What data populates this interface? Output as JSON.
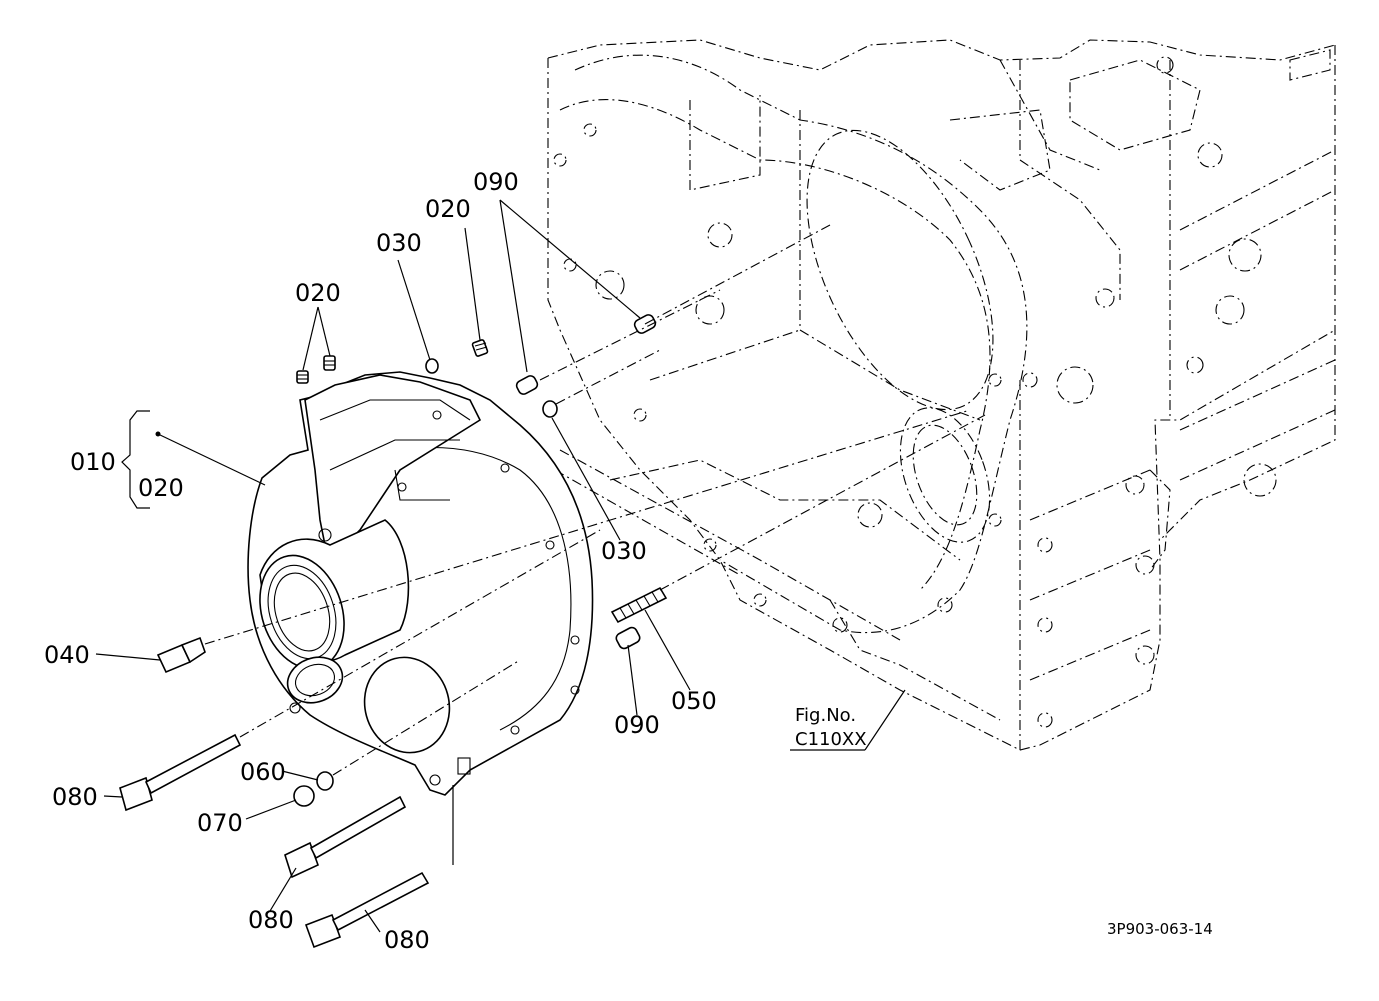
{
  "callouts": {
    "p010": "010",
    "p020_bracket": "020",
    "p020_a": "020",
    "p020_b": "020",
    "p030_a": "030",
    "p030_b": "030",
    "p040": "040",
    "p050": "050",
    "p060": "060",
    "p070": "070",
    "p080_a": "080",
    "p080_b": "080",
    "p080_c": "080",
    "p090_a": "090",
    "p090_b": "090"
  },
  "reference": {
    "fig_label": "Fig.No.",
    "fig_number": "C110XX"
  },
  "drawing_code": "3P903-063-14"
}
